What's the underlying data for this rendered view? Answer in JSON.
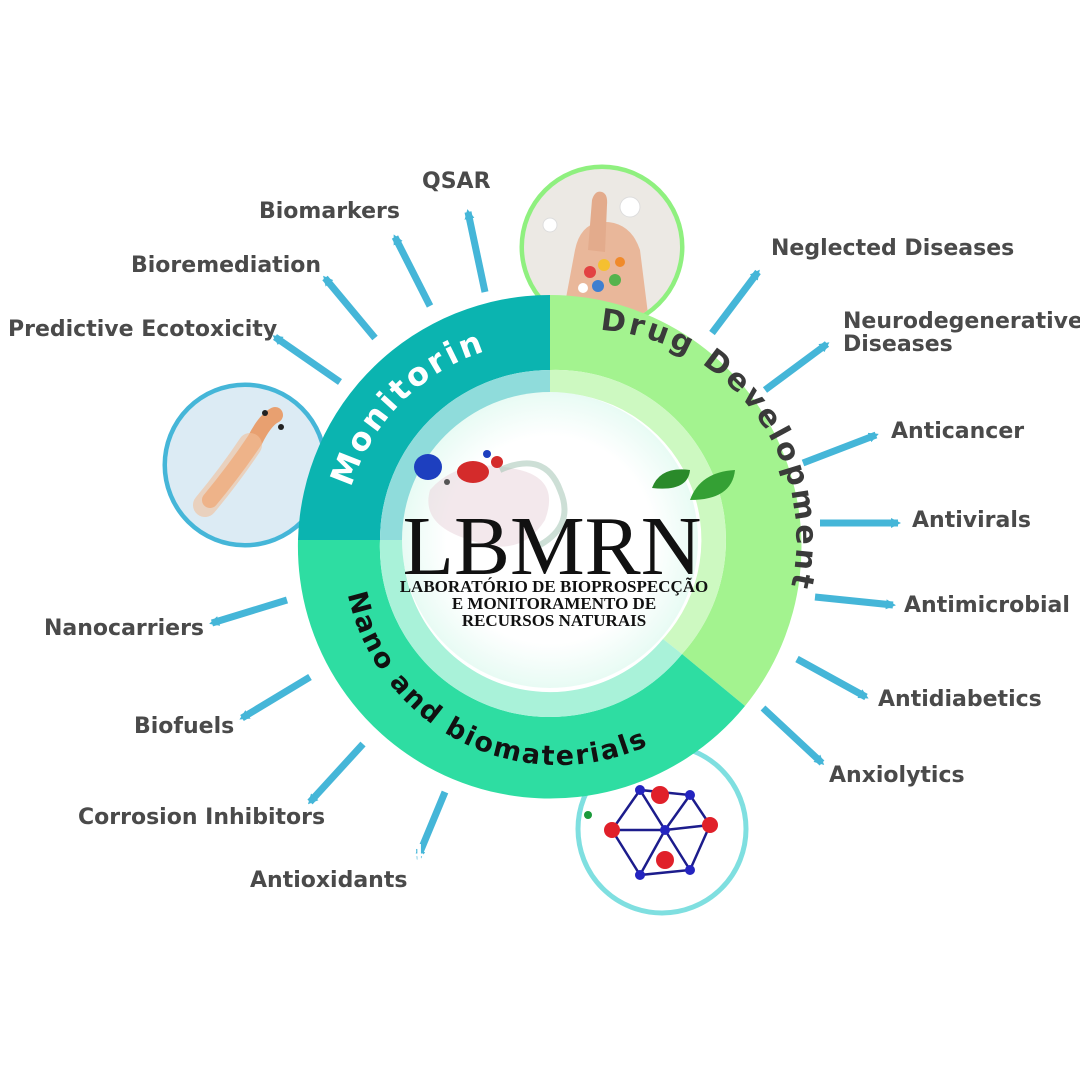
{
  "center_logo": {
    "acronym": "LBMRN",
    "subtitle_lines": [
      "LABORATÓRIO DE BIOPROSPECÇÃO",
      "E MONITORAMENTO DE",
      "RECURSOS NATURAIS"
    ]
  },
  "segments": {
    "monitoring": "Monitoring",
    "drug_development": "Drug Development",
    "nano_biomaterials": "Nano and biomaterials"
  },
  "monitoring_branches": [
    "Predictive Ecotoxicity",
    "Bioremediation",
    "Biomarkers",
    "QSAR"
  ],
  "drug_branches": [
    "Neglected Diseases",
    "Neurodegenerative",
    "Diseases",
    "Anticancer",
    "Antivirals",
    "Antimicrobial",
    "Antidiabetics",
    "Anxiolytics"
  ],
  "nano_branches": [
    "Nanocarriers",
    "Biofuels",
    "Corrosion Inhibitors",
    "Antioxidants"
  ],
  "stray_digit": "4",
  "colors": {
    "monitoring": "#0bb4b0",
    "drug_development": "#a3f38f",
    "nano_biomaterials": "#2edda2",
    "arrow": "#45b6d8",
    "label": "#4a4a4a"
  }
}
